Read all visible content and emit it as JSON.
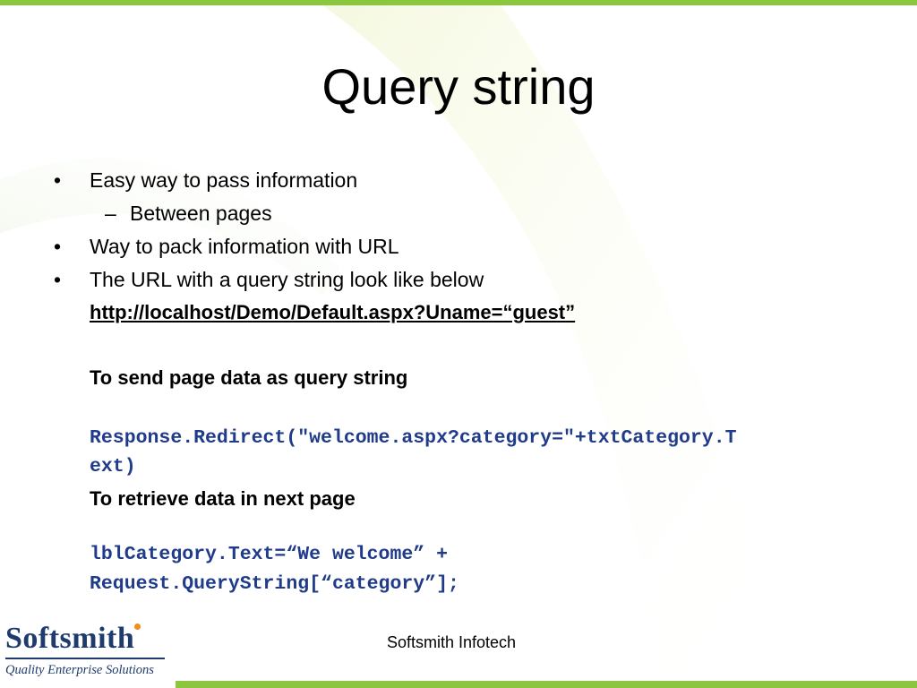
{
  "slide": {
    "title": "Query string",
    "bullets": [
      {
        "marker": "•",
        "text": "Easy way to pass information"
      },
      {
        "marker": "–",
        "text": "Between pages"
      },
      {
        "marker": "•",
        "text": "Way to pack information with URL"
      },
      {
        "marker": "•",
        "text": "The URL with a query string  look like below"
      }
    ],
    "url": "http://localhost/Demo/Default.aspx?Uname=“guest”",
    "send_heading": "To send page data as query string",
    "send_code_line1": "Response.Redirect(\"welcome.aspx?category=\"+txtCategory.T",
    "send_code_line2": "ext)",
    "retrieve_heading": "To retrieve data in next page",
    "retrieve_code_line1": "lblCategory.Text=“We welcome” +",
    "retrieve_code_line2": "Request.QueryString[“category”];"
  },
  "logo": {
    "name": "Softsmith",
    "tagline": "Quality Enterprise Solutions"
  },
  "footer": {
    "text": "Softsmith Infotech"
  },
  "colors": {
    "accent_green": "#8cc63f",
    "code_blue": "#1f3b8a",
    "logo_blue": "#1f3b6e",
    "logo_dot_orange": "#f28c1b"
  }
}
